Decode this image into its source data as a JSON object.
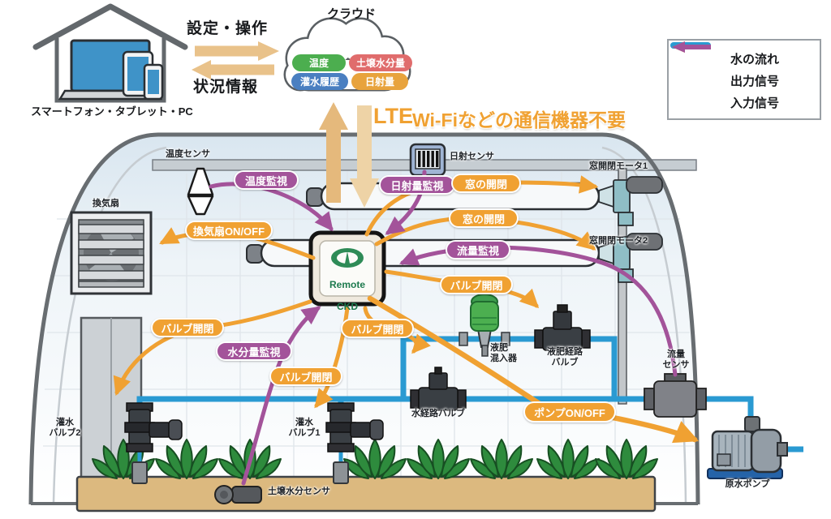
{
  "house": {
    "label": "スマートフォン・タブレット・PC"
  },
  "cloud": {
    "title": "クラウド",
    "up_label": "設定・操作",
    "down_label": "状況情報",
    "tags": {
      "temp": "温度",
      "soil": "土壌水分量",
      "history": "灌水履歴",
      "solar": "日射量"
    }
  },
  "network": {
    "lte": "LTE",
    "note": "Wi-Fiなどの通信機器不要"
  },
  "legend": {
    "water": "水の流れ",
    "output": "出力信号",
    "input": "入力信号"
  },
  "monitor": {
    "temp": "温度監視",
    "solar": "日射量監視",
    "flow": "流量監視",
    "moisture": "水分量監視"
  },
  "control": {
    "fan": "換気扇ON/OFF",
    "window": "窓の開閉",
    "valve": "バルブ開閉",
    "pump": "ポンプON/OFF"
  },
  "equipment": {
    "temp_sensor": "温度センサ",
    "fan": "換気扇",
    "solar_sensor": "日射センサ",
    "window_motor1": "窓開閉モータ1",
    "window_motor2": "窓開閉モータ2",
    "controller_brand": "Remote",
    "controller_name": "CKD",
    "fert_injector": "液肥\n混入器",
    "fert_valve": "液肥経路\nバルブ",
    "flow_sensor": "流量\nセンサ",
    "water_valve": "水経路バルブ",
    "irr_valve1": "灌水\nバルブ1",
    "irr_valve2": "灌水\nバルブ2",
    "soil_sensor": "土壌水分センサ",
    "pump": "原水ポンプ"
  },
  "colors": {
    "water": "#2a9ad2",
    "output_signal": "#f0a132",
    "input_signal": "#a3539a",
    "tag_temp": "#4cae4f",
    "tag_soil": "#e06c6c",
    "tag_history": "#4a7fc1",
    "tag_solar": "#e8a33d"
  }
}
